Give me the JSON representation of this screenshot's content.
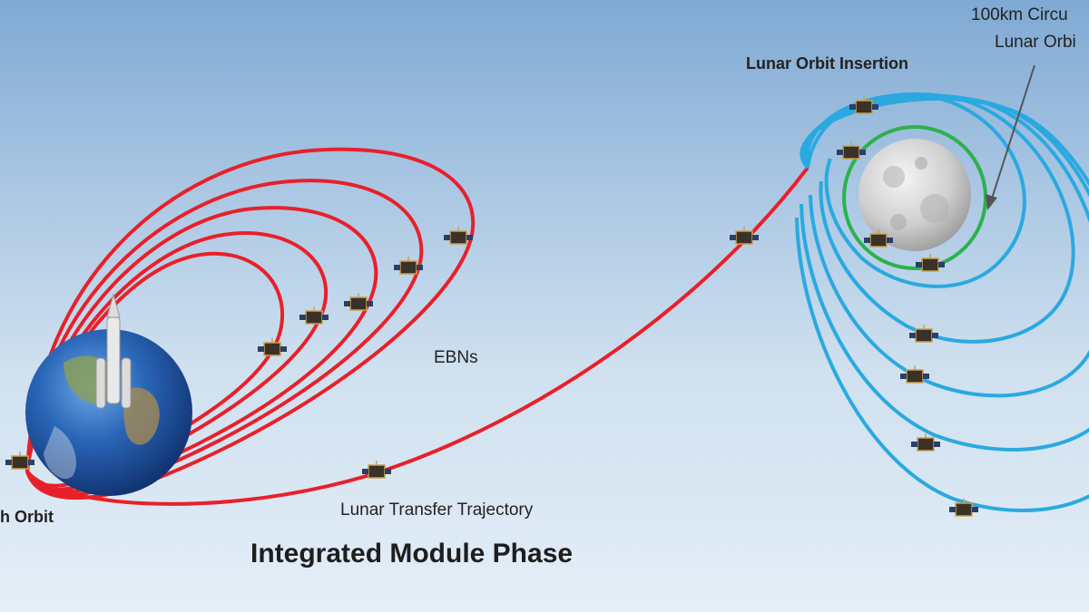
{
  "title": "Integrated Module Phase",
  "labels": {
    "earth_orbit": "h Orbit",
    "ebns": "EBNs",
    "lunar_transfer": "Lunar Transfer Trajectory",
    "lunar_orbit_insertion": "Lunar Orbit Insertion",
    "circular_orbit_line1": "100km Circu",
    "circular_orbit_line2": "Lunar Orbi"
  },
  "colors": {
    "earth_orbits": "#e8202a",
    "lunar_orbits": "#2aa9e0",
    "circular_orbit": "#2bb24c",
    "text": "#222222"
  },
  "icons": [
    "earth",
    "moon",
    "launch-vehicle",
    "spacecraft"
  ]
}
